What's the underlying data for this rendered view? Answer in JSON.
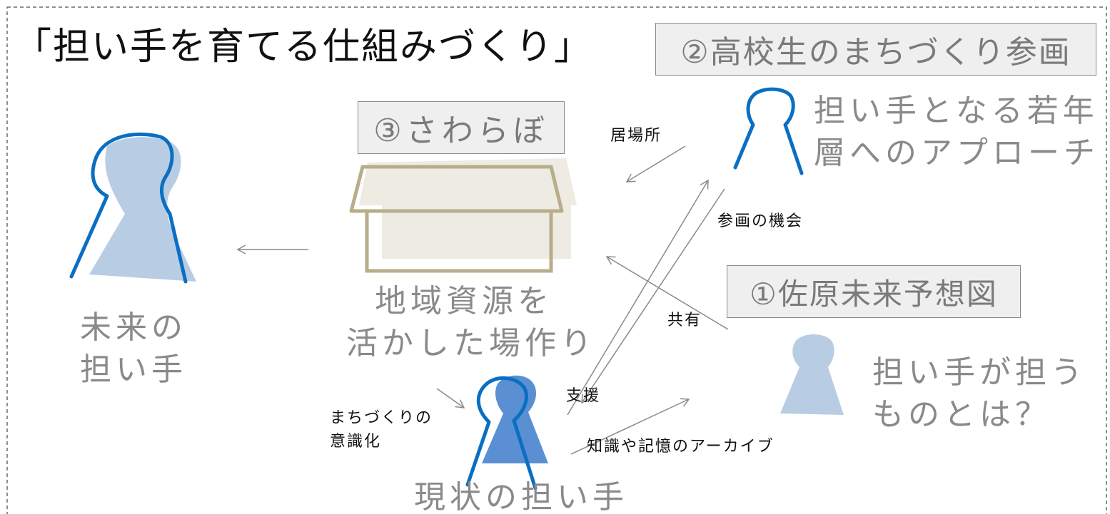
{
  "title": "「担い手を育てる仕組みづくり」",
  "labels": {
    "box2": "②高校生のまちづくり参画",
    "box3": "③さわらぼ",
    "box1": "①佐原未来予想図"
  },
  "texts": {
    "young_approach": "担い手となる若年\n層へのアプローチ",
    "regional_resources": "地域資源を\n活かした場作り",
    "future_bearer": "未来の\n担い手",
    "bearer_question": "担い手が担う\nものとは？",
    "current_bearer": "現状の担い手",
    "ibasho": "居場所",
    "participation_opportunity": "参画の機会",
    "share": "共有",
    "support": "支援",
    "awareness": "まちづくりの\n意識化",
    "archive": "知識や記憶のアーカイブ"
  },
  "colors": {
    "blue_outline": "#0a6fc2",
    "light_blue_fill": "#b8cde4",
    "mid_blue_fill": "#5a8fd4",
    "house_outline": "#b8ad8a",
    "house_fill": "#eeebe3",
    "arrow": "#8a8a8a",
    "frame": "#6a6a6a"
  }
}
